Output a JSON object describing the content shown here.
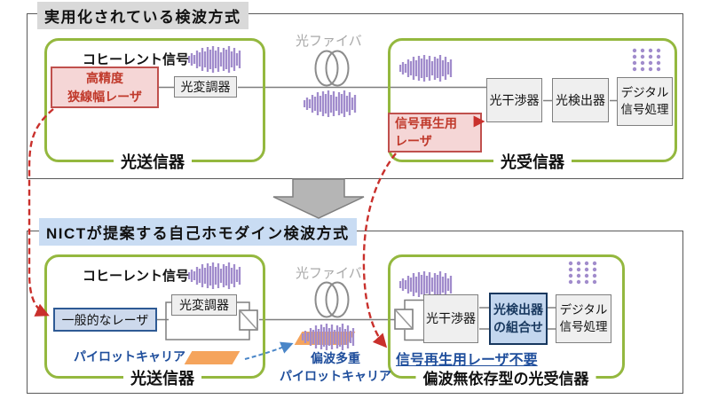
{
  "top": {
    "title": "実用化されている検波方式",
    "transmitter": {
      "coherent_signal": "コヒーレント信号",
      "laser": "高精度\n狭線幅レーザ",
      "modulator": "光変調器",
      "label": "光送信器"
    },
    "fiber": "光ファイバ",
    "receiver": {
      "regen_laser": "信号再生用\nレーザ",
      "interferometer": "光干渉器",
      "detector": "光検出器",
      "dsp": "デジタル\n信号処理",
      "label": "光受信器"
    }
  },
  "bottom": {
    "title": "NICTが提案する自己ホモダイン検波方式",
    "transmitter": {
      "coherent_signal": "コヒーレント信号",
      "laser": "一般的なレーザ",
      "modulator": "光変調器",
      "pilot_carrier": "パイロットキャリア",
      "label": "光送信器"
    },
    "fiber": "光ファイバ",
    "pol_mux_pilot": "偏波多重\nパイロットキャリア",
    "receiver": {
      "interferometer": "光干渉器",
      "detector_combo": "光検出器\nの組合せ",
      "dsp": "デジタル\n信号処理",
      "no_regen_laser": "信号再生用レーザ不要",
      "label": "偏波無依存型の光受信器"
    }
  },
  "colors": {
    "green_border": "#94b83f",
    "red_accent": "#c0392b",
    "red_fill": "#f5d6d6",
    "blue_fill": "#cdd9ec",
    "blue_border": "#2e5a94",
    "navy_border": "#17375e",
    "blue_text": "#1f4e9c",
    "gray_fill": "#efefef",
    "title_gray_bg": "#d9d9d9",
    "title_blue_bg": "#c9dcf3",
    "purple_signal": "#a18ccc",
    "orange_pilot": "#f5a45c",
    "line_gray": "#7f7f7f"
  }
}
